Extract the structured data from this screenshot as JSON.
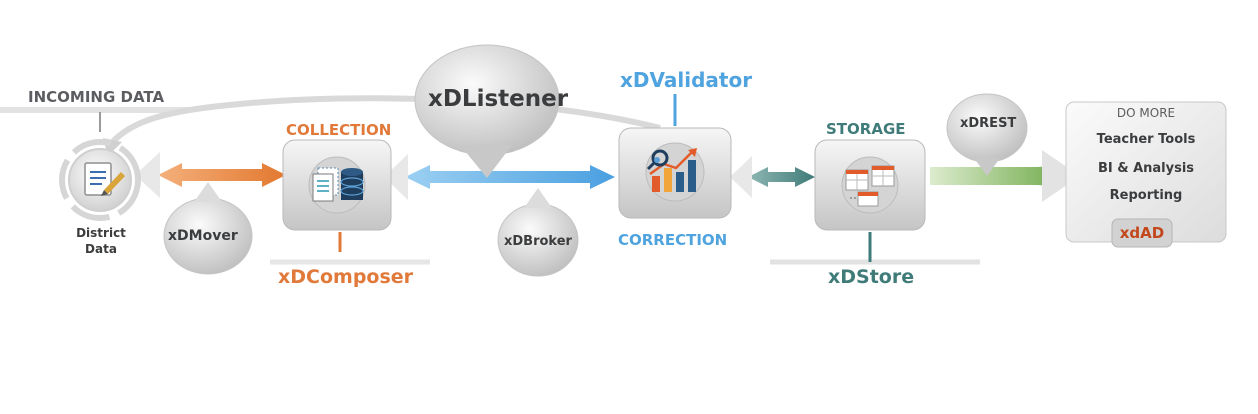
{
  "labels": {
    "incoming_data": "INCOMING DATA",
    "district_data_line1": "District",
    "district_data_line2": "Data",
    "collection": "COLLECTION",
    "correction": "CORRECTION",
    "storage": "STORAGE",
    "do_more": "DO MORE"
  },
  "tools": {
    "xdlistener": "xDListener",
    "xdvalidator": "xDValidator",
    "xdmover": "xDMover",
    "xdcomposer": "xDComposer",
    "xdbroker": "xDBroker",
    "xdstore": "xDStore",
    "xdrest": "xDREST",
    "xdad": "xdAD"
  },
  "do_more_items": [
    "Teacher Tools",
    "BI & Analysis",
    "Reporting"
  ],
  "colors": {
    "orange": "#e0793a",
    "blue": "#4fa3df",
    "teal": "#3f7b78",
    "green": "#8fbf6f",
    "gray_text": "#5b5d60",
    "red": "#c2471c"
  },
  "icons": [
    "document-pen-icon",
    "documents-database-icon",
    "magnifier-chart-icon",
    "tables-storage-icon"
  ]
}
